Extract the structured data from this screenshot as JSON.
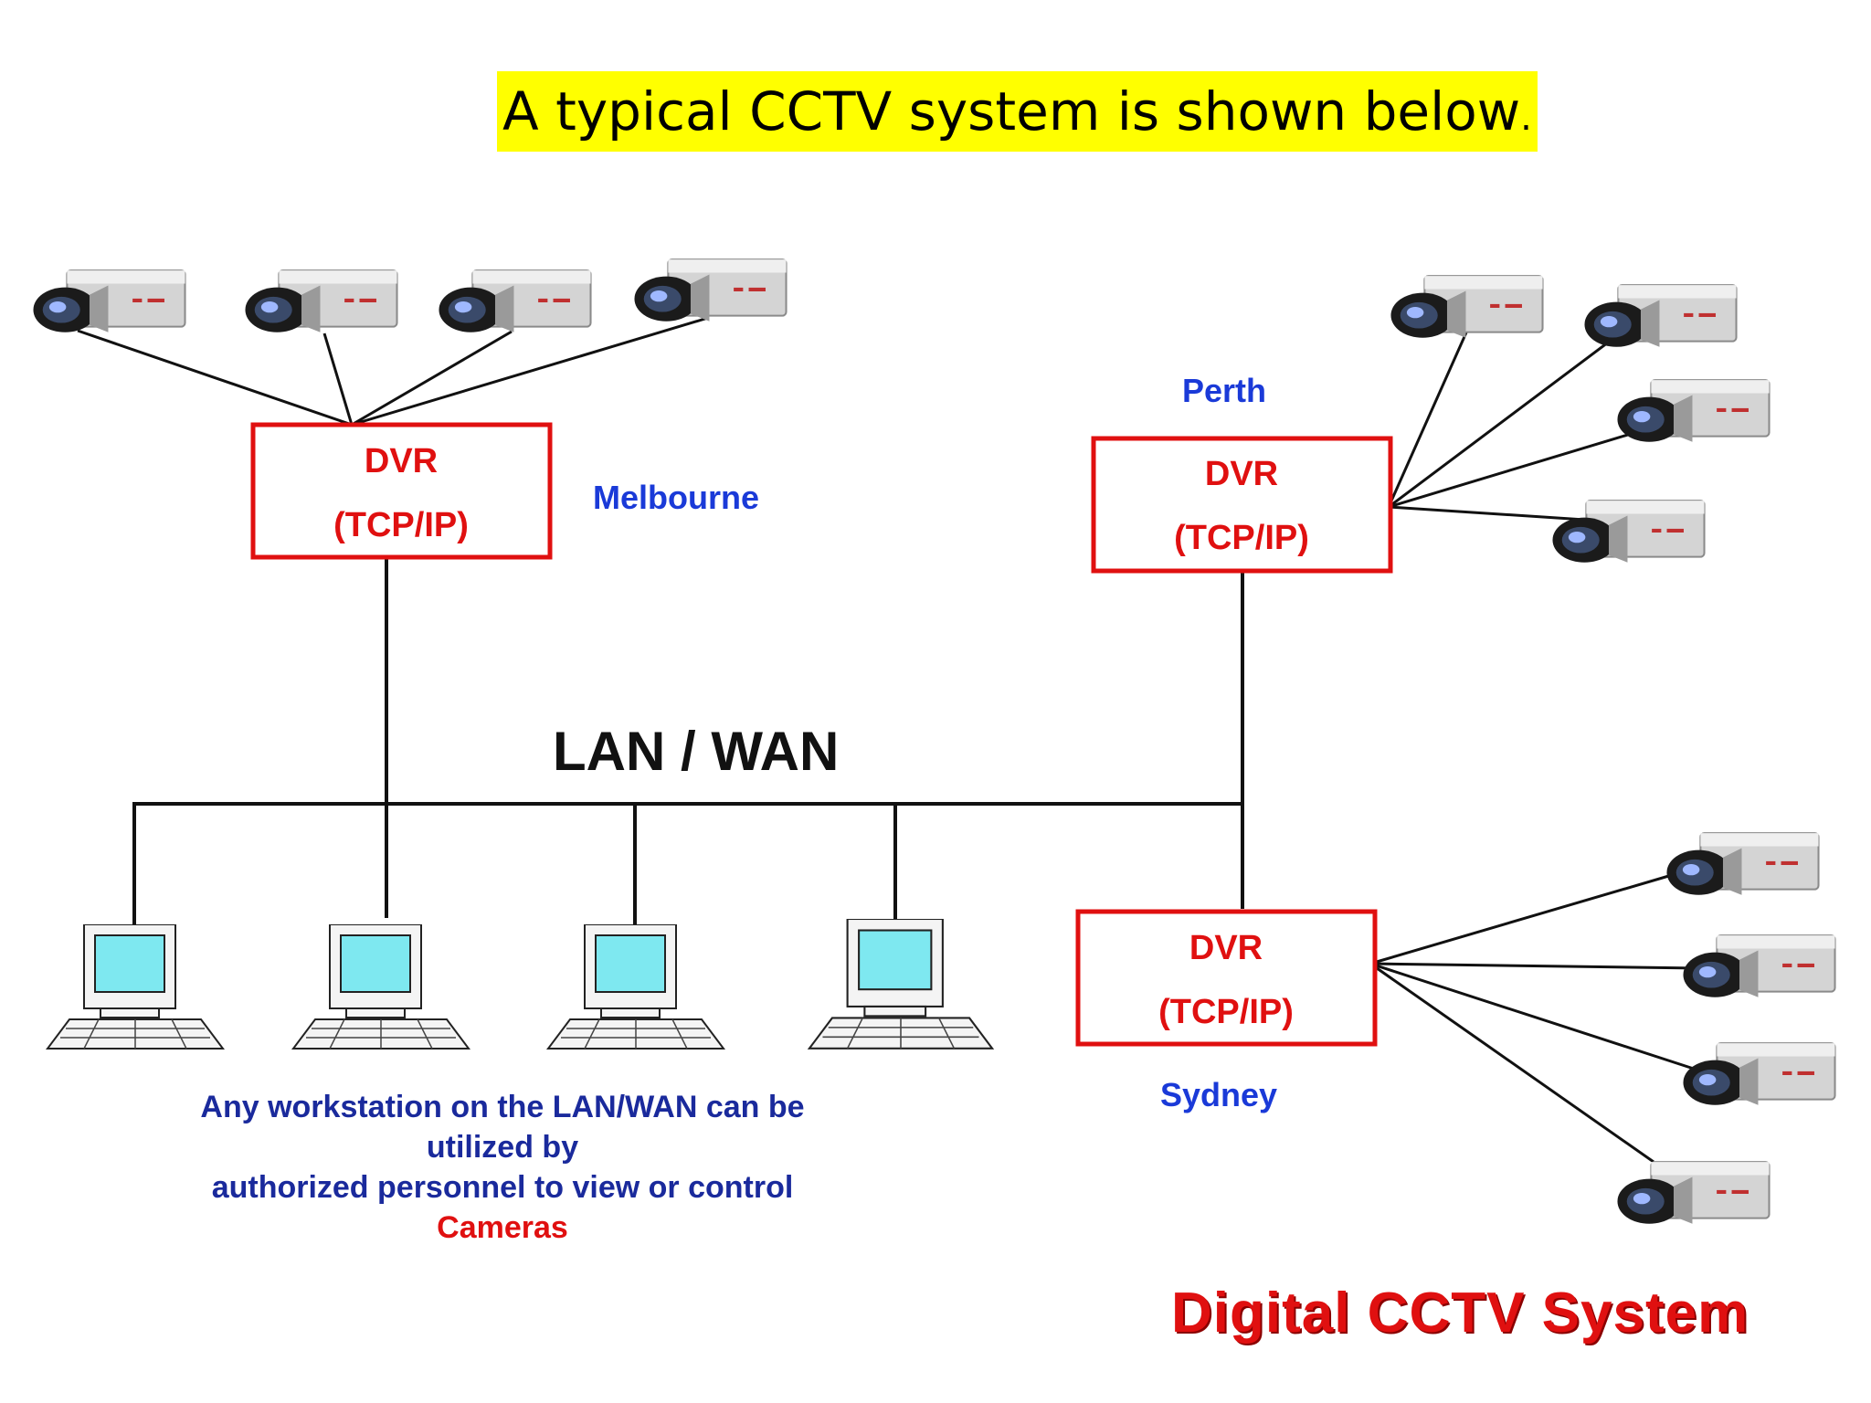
{
  "slide": {
    "title": "A typical CCTV system is shown below",
    "title_period": "."
  },
  "diagram": {
    "network_label": "LAN / WAN",
    "footer_title": "Digital  CCTV  System",
    "caption_lines": [
      "Any workstation on the LAN/WAN can be",
      "utilized by",
      "authorized personnel to view or control"
    ],
    "caption_highlight": "Cameras",
    "dvr_units": [
      {
        "line1": "DVR",
        "line2": "(TCP/IP)",
        "city": "Melbourne"
      },
      {
        "line1": "DVR",
        "line2": "(TCP/IP)",
        "city": "Perth"
      },
      {
        "line1": "DVR",
        "line2": "(TCP/IP)",
        "city": "Sydney"
      }
    ],
    "colors": {
      "highlight": "#ffff00",
      "dvr_border": "#e01010",
      "city_text": "#1a3ad8",
      "caption_text": "#1a2a9c",
      "screen": "#7ee8f0"
    },
    "icons": [
      "camera-icon",
      "workstation-icon"
    ]
  }
}
